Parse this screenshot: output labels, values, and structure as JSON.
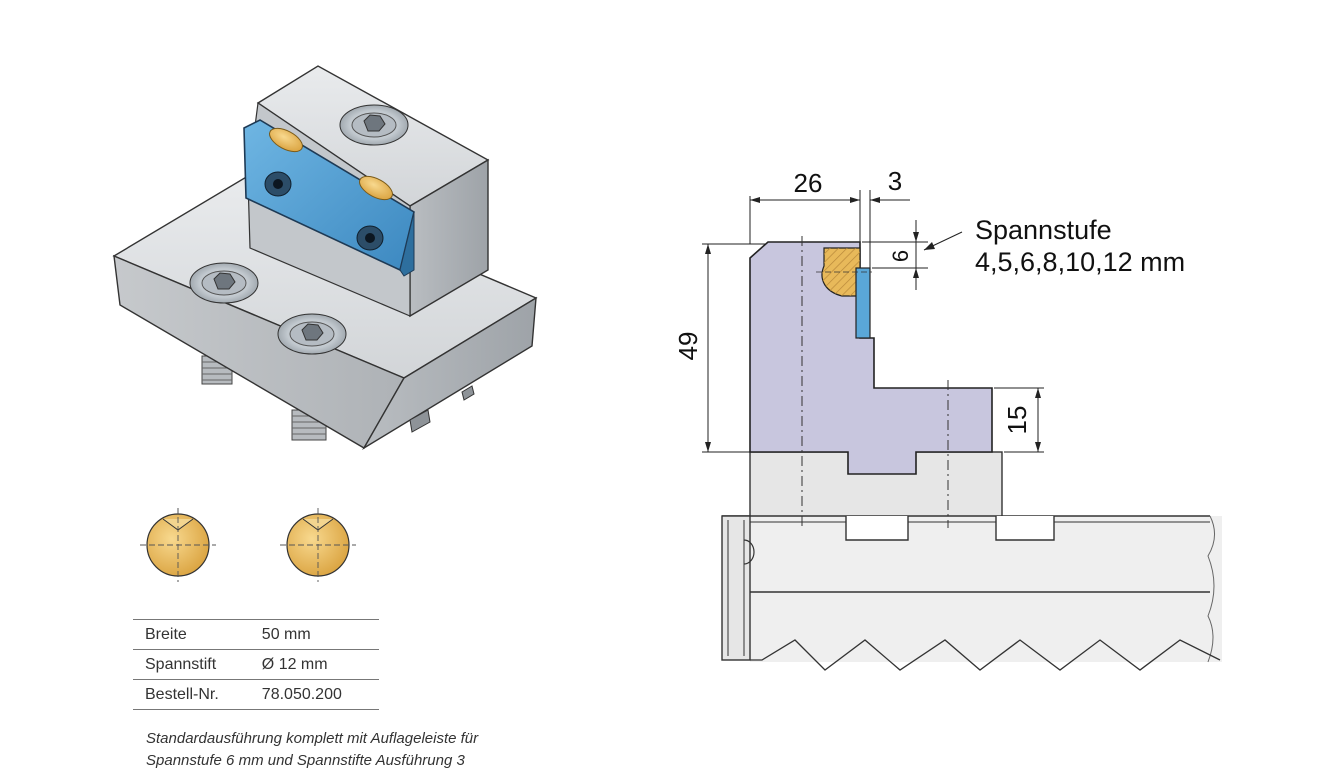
{
  "spec_table": {
    "rows": [
      {
        "label": "Breite",
        "value": "50 mm"
      },
      {
        "label": "Spannstift",
        "value": "Ø 12 mm"
      },
      {
        "label": "Bestell-Nr.",
        "value": "78.050.200"
      }
    ]
  },
  "note": {
    "line1": "Standardausführung komplett mit Auflageleiste für",
    "line2": "Spannstufe 6 mm und Spannstifte Ausführung 3"
  },
  "dimensions": {
    "width_26": "26",
    "offset_3": "3",
    "step_6": "6",
    "height_49": "49",
    "height_15": "15"
  },
  "callout": {
    "line1": "Spannstufe",
    "line2": "4,5,6,8,10,12 mm"
  },
  "colors": {
    "jaw_fill": "#c8c6de",
    "pad_blue": "#5aa7d8",
    "pin_gold": "#e8b95a",
    "steel_grey": "#d6d9dc"
  }
}
